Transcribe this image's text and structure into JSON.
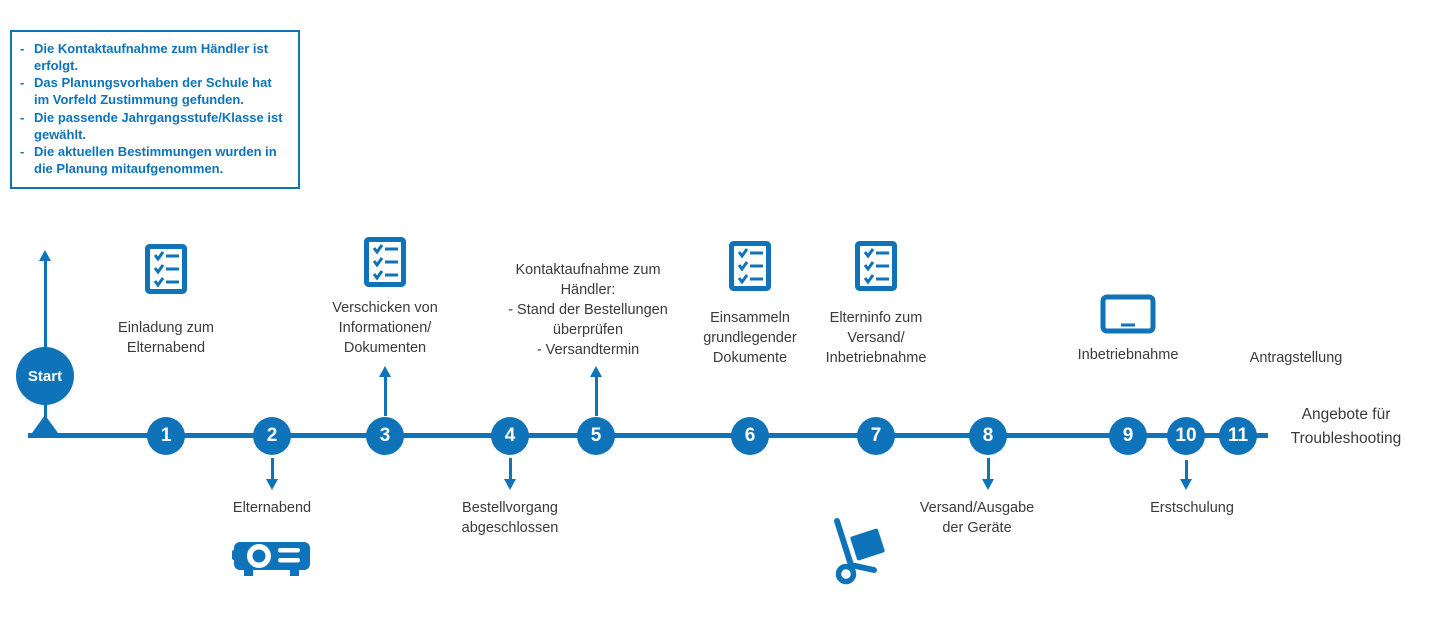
{
  "colors": {
    "primary": "#0e73b9",
    "text": "#3a3a3a"
  },
  "prerequisites_box": {
    "marker": "-",
    "items": [
      "Die Kontaktaufnahme zum Händler ist erfolgt.",
      "Das Planungsvorhaben der Schule hat im Vorfeld Zustimmung gefunden.",
      "Die passende Jahrgangsstufe/Klasse ist gewählt.",
      "Die aktuellen Bestimmungen wurden in die Planung mitaufgenommen."
    ]
  },
  "timeline": {
    "start": {
      "label": "Start"
    },
    "end_note": "Angebote für\nTroubleshooting",
    "steps": [
      {
        "number": "1",
        "label": "Einladung zum\nElternabend",
        "position": "above",
        "icon": "checklist"
      },
      {
        "number": "2",
        "label": "Elternabend",
        "position": "below",
        "icon": "projector"
      },
      {
        "number": "3",
        "label": "Verschicken von\nInformationen/\nDokumenten",
        "position": "above",
        "icon": "checklist"
      },
      {
        "number": "4",
        "label": "Bestellvorgang\nabgeschlossen",
        "position": "below",
        "icon": ""
      },
      {
        "number": "5",
        "label": "Kontaktaufnahme zum\nHändler:\n- Stand der Bestellungen\nüberprüfen\n- Versandtermin",
        "position": "above",
        "icon": ""
      },
      {
        "number": "6",
        "label": "Einsammeln\ngrundlegender\nDokumente",
        "position": "above",
        "icon": "checklist"
      },
      {
        "number": "7",
        "label": "Elterninfo zum\nVersand/\nInbetriebnahme",
        "position": "above",
        "icon": "checklist"
      },
      {
        "number": "8",
        "label": "Versand/Ausgabe\nder Geräte",
        "position": "below",
        "icon": "handtruck"
      },
      {
        "number": "9",
        "label": "Inbetriebnahme",
        "position": "above",
        "icon": "monitor"
      },
      {
        "number": "10",
        "label": "Erstschulung",
        "position": "below",
        "icon": ""
      },
      {
        "number": "11",
        "label": "Antragstellung",
        "position": "above",
        "icon": ""
      }
    ]
  }
}
